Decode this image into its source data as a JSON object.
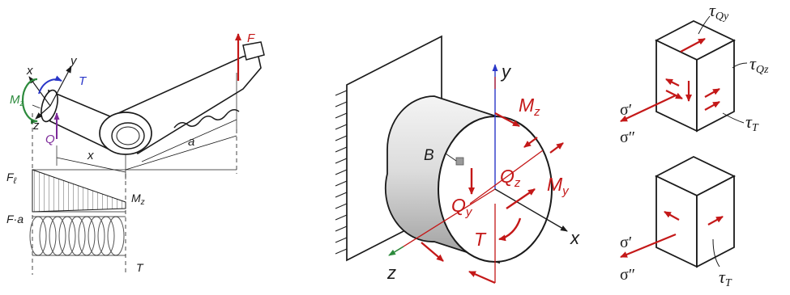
{
  "colors": {
    "red": "#c41818",
    "blue": "#2a37c8",
    "green": "#2c8a3c",
    "purple": "#7d2a9a",
    "ink": "#1a1a1a"
  },
  "crank": {
    "x_axis": "x",
    "y_axis": "y",
    "z_axis": "z",
    "torque": "T",
    "bending_moment": "M",
    "bending_moment_sub": "z",
    "shear": "Q",
    "force": "F",
    "dim_x": "x",
    "dim_a": "a",
    "diag_fl": "F",
    "diag_fl_sub": "ℓ",
    "diag_fa": "F·a",
    "diag_mz": "M",
    "diag_mz_sub": "z",
    "diag_t": "T"
  },
  "shaft": {
    "y_axis": "y",
    "z_axis": "z",
    "x_axis": "x",
    "mz": "M",
    "mz_sub": "z",
    "my": "M",
    "my_sub": "y",
    "qz": "Q",
    "qz_sub": "z",
    "qy": "Q",
    "qy_sub": "y",
    "t": "T",
    "point_b": "B"
  },
  "elements": {
    "tau": "τ",
    "tau_qy_sub": "Qy",
    "tau_qz_sub": "Qz",
    "tau_t_sub": "T",
    "sigma1": "σ′",
    "sigma2": "σ″"
  }
}
